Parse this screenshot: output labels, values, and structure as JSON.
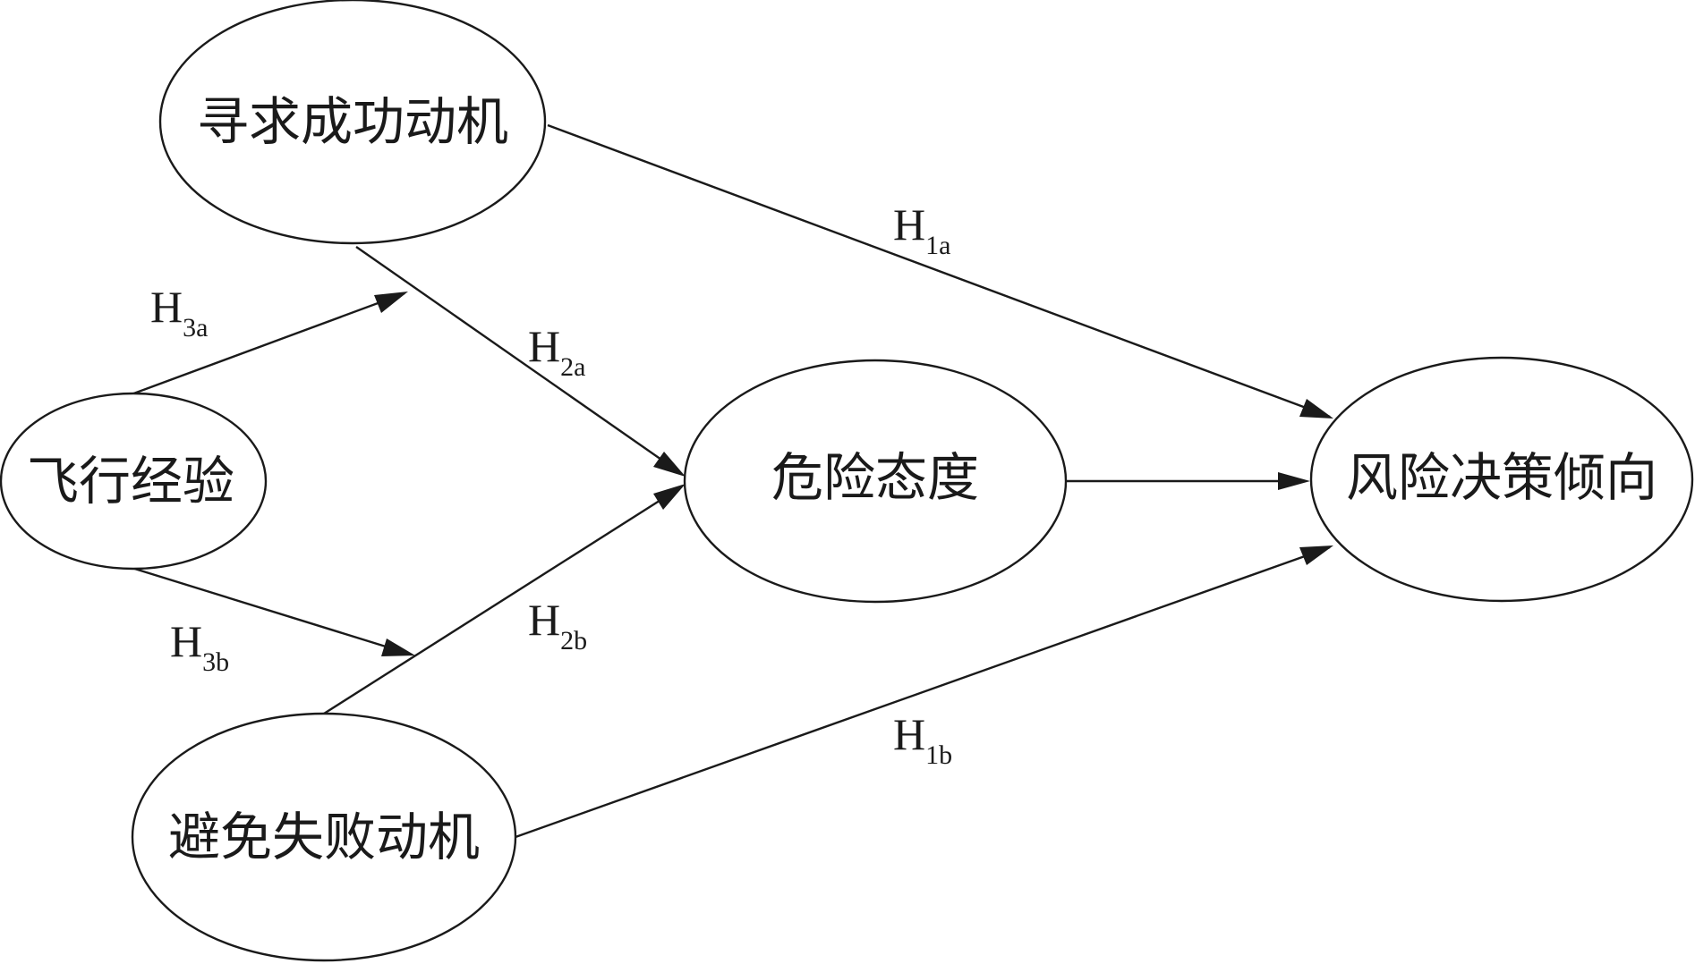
{
  "colors": {
    "stroke": "#1a1a1a",
    "background": "#ffffff"
  },
  "nodes": {
    "success_motive": "寻求成功动机",
    "flight_experience": "飞行经验",
    "hazard_attitude": "危险态度",
    "risk_tendency": "风险决策倾向",
    "failure_motive": "避免失败动机"
  },
  "edges": {
    "h1a": {
      "main": "H",
      "sub": "1a"
    },
    "h1b": {
      "main": "H",
      "sub": "1b"
    },
    "h2a": {
      "main": "H",
      "sub": "2a"
    },
    "h2b": {
      "main": "H",
      "sub": "2b"
    },
    "h3a": {
      "main": "H",
      "sub": "3a"
    },
    "h3b": {
      "main": "H",
      "sub": "3b"
    }
  }
}
